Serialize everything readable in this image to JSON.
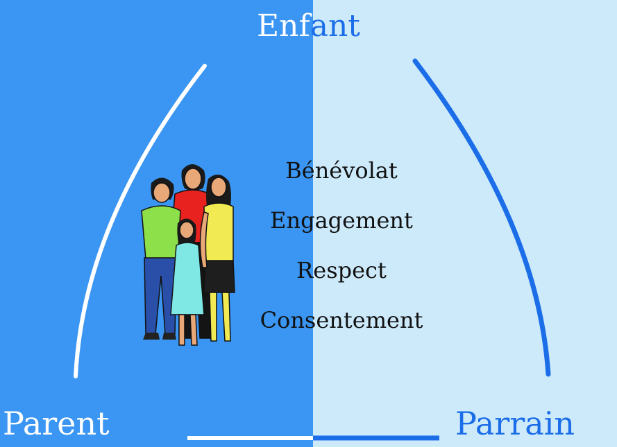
{
  "diagram": {
    "top_label_part1": "Enf",
    "top_label_part2": "ant",
    "left_label": "Parent",
    "right_label": "Parrain",
    "values": [
      "Bénévolat",
      "Engagement",
      "Respect",
      "Consentement"
    ]
  },
  "colors": {
    "left_bg": "#3a96f2",
    "right_bg": "#cdeafb",
    "white": "#ffffff",
    "blue": "#1b6de8",
    "text_dark": "#111111"
  },
  "icons": {
    "family": "family-illustration-icon"
  }
}
